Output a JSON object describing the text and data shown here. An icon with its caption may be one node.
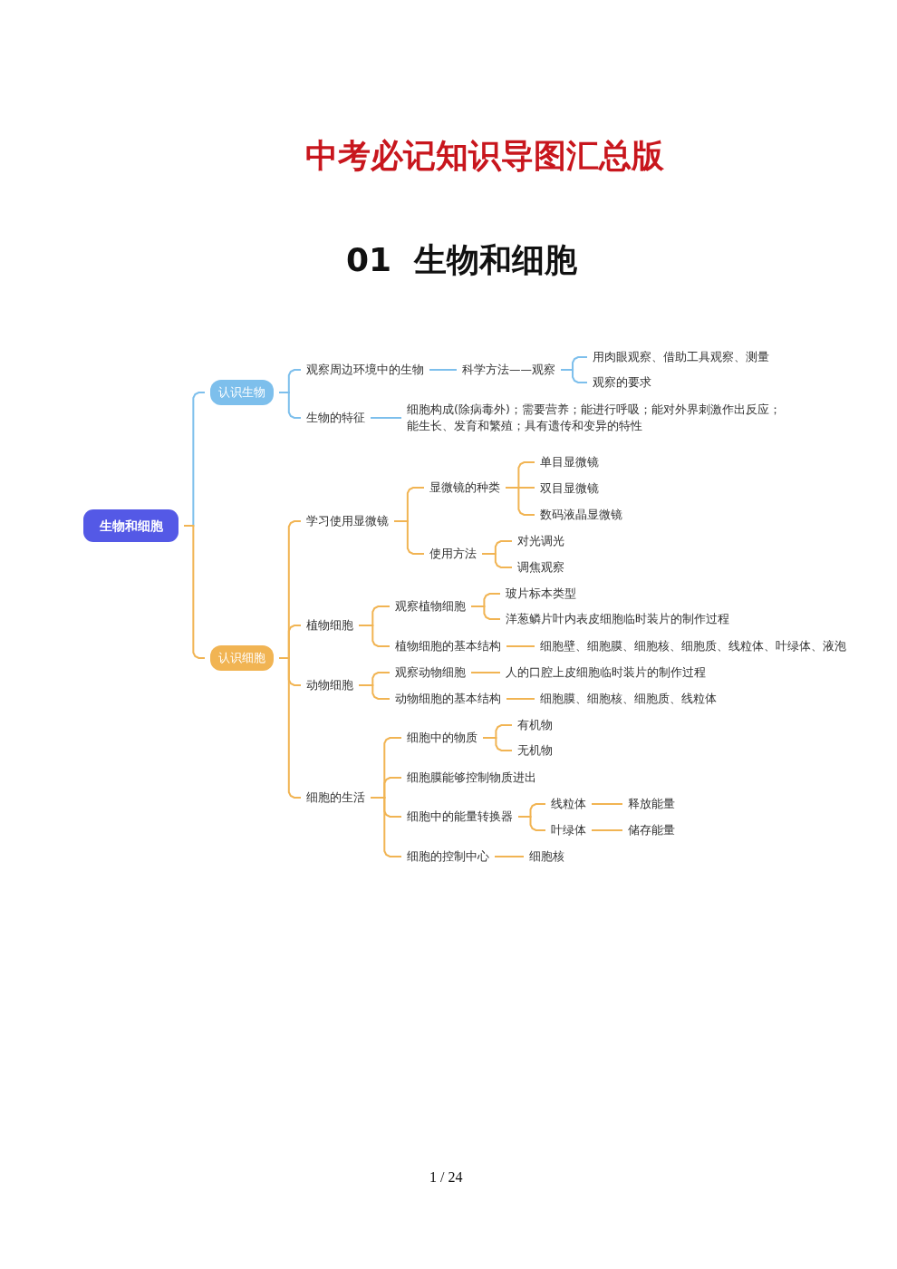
{
  "diagram": {
    "title": "中考必记知识导图汇总版",
    "nodes": [
      {
        "text": [
          "生物和细胞"
        ]
      },
      {
        "text": [
          "认识生物"
        ]
      },
      {
        "text": [
          "观察周边环境中的生物"
        ]
      },
      {
        "text": [
          "科学方法——观察"
        ]
      },
      {
        "text": [
          "用肉眼观察、借助工具观察、测量"
        ]
      },
      {
        "text": [
          "观察的要求"
        ]
      },
      {
        "text": [
          "生物的特征"
        ]
      },
      {
        "text": [
          "细胞构成(除病毒外)；需要营养；能进行呼吸；能对外界刺激作出反应；能生长、发育和繁殖；具有遗传和变异的特性"
        ]
      },
      {
        "text": [
          "认识细胞"
        ]
      },
      {
        "text": [
          "学习使用显微镜"
        ]
      },
      {
        "text": [
          "显微镜的种类"
        ]
      },
      {
        "text": [
          "单目显微镜"
        ]
      },
      {
        "text": [
          "双目显微镜"
        ]
      },
      {
        "text": [
          "数码液晶显微镜"
        ]
      },
      {
        "text": [
          "使用方法"
        ]
      },
      {
        "text": [
          "对光调光"
        ]
      },
      {
        "text": [
          "调焦观察"
        ]
      },
      {
        "text": [
          "植物细胞"
        ]
      },
      {
        "text": [
          "观察植物细胞"
        ]
      },
      {
        "text": [
          "玻片标本类型"
        ]
      },
      {
        "text": [
          "洋葱鳞片叶内表皮细胞临时装片的制作过程"
        ]
      },
      {
        "text": [
          "植物细胞的基本结构"
        ]
      },
      {
        "text": [
          "细胞壁、细胞膜、细胞核、细胞质、线粒体、叶绿体、液泡"
        ]
      },
      {
        "text": [
          "动物细胞"
        ]
      },
      {
        "text": [
          "观察动物细胞"
        ]
      },
      {
        "text": [
          "人的口腔上皮细胞临时装片的制作过程"
        ]
      },
      {
        "text": [
          "动物细胞的基本结构"
        ]
      },
      {
        "text": [
          "细胞膜、细胞核、细胞质、线粒体"
        ]
      },
      {
        "text": [
          "细胞的生活"
        ]
      },
      {
        "text": [
          "细胞中的物质"
        ]
      },
      {
        "text": [
          "有机物"
        ]
      },
      {
        "text": [
          "无机物"
        ]
      },
      {
        "text": [
          "细胞膜能够控制物质进出"
        ]
      },
      {
        "text": [
          "细胞中的能量转换器"
        ]
      },
      {
        "text": [
          "线粒体"
        ]
      },
      {
        "text": [
          "释放能量"
        ]
      },
      {
        "text": [
          "叶绿体"
        ]
      },
      {
        "text": [
          "储存能量"
        ]
      },
      {
        "text": [
          "细胞的控制中心"
        ]
      },
      {
        "text": [
          "细胞核"
        ]
      }
    ],
    "edges": [
      {
        "from": 0,
        "to": 1,
        "arrow": "none",
        "color": "#7dbfec"
      },
      {
        "from": 1,
        "to": 2,
        "arrow": "none",
        "color": "#7dbfec"
      },
      {
        "from": 2,
        "to": 3,
        "arrow": "none",
        "color": "#7dbfec"
      },
      {
        "from": 3,
        "to": 4,
        "arrow": "none",
        "color": "#7dbfec"
      },
      {
        "from": 3,
        "to": 5,
        "arrow": "none",
        "color": "#7dbfec"
      },
      {
        "from": 1,
        "to": 6,
        "arrow": "none",
        "color": "#7dbfec"
      },
      {
        "from": 6,
        "to": 7,
        "arrow": "none",
        "color": "#7dbfec"
      },
      {
        "from": 0,
        "to": 8,
        "arrow": "none"
      },
      {
        "from": 8,
        "to": 9,
        "arrow": "none"
      },
      {
        "from": 9,
        "to": 10,
        "arrow": "none"
      },
      {
        "from": 10,
        "to": 11,
        "arrow": "none"
      },
      {
        "from": 10,
        "to": 12,
        "arrow": "none"
      },
      {
        "from": 10,
        "to": 13,
        "arrow": "none"
      },
      {
        "from": 9,
        "to": 14,
        "arrow": "none"
      },
      {
        "from": 14,
        "to": 15,
        "arrow": "none"
      },
      {
        "from": 14,
        "to": 16,
        "arrow": "none"
      },
      {
        "from": 8,
        "to": 17,
        "arrow": "none"
      },
      {
        "from": 17,
        "to": 18,
        "arrow": "none"
      },
      {
        "from": 18,
        "to": 19,
        "arrow": "none"
      },
      {
        "from": 18,
        "to": 20,
        "arrow": "none"
      },
      {
        "from": 17,
        "to": 21,
        "arrow": "none"
      },
      {
        "from": 21,
        "to": 22,
        "arrow": "none"
      },
      {
        "from": 8,
        "to": 23,
        "arrow": "none"
      },
      {
        "from": 23,
        "to": 24,
        "arrow": "none"
      },
      {
        "from": 24,
        "to": 25,
        "arrow": "none"
      },
      {
        "from": 23,
        "to": 26,
        "arrow": "none"
      },
      {
        "from": 26,
        "to": 27,
        "arrow": "none"
      },
      {
        "from": 8,
        "to": 28,
        "arrow": "none"
      },
      {
        "from": 28,
        "to": 29,
        "arrow": "none"
      },
      {
        "from": 29,
        "to": 30,
        "arrow": "none"
      },
      {
        "from": 29,
        "to": 31,
        "arrow": "none"
      },
      {
        "from": 28,
        "to": 32,
        "arrow": "none"
      },
      {
        "from": 28,
        "to": 33,
        "arrow": "none"
      },
      {
        "from": 33,
        "to": 34,
        "arrow": "none"
      },
      {
        "from": 34,
        "to": 35,
        "arrow": "none"
      },
      {
        "from": 33,
        "to": 36,
        "arrow": "none"
      },
      {
        "from": 36,
        "to": 37,
        "arrow": "none"
      },
      {
        "from": 28,
        "to": 38,
        "arrow": "none"
      },
      {
        "from": 38,
        "to": 39,
        "arrow": "none"
      }
    ],
    "labels": [
      "01  生物和细胞",
      "1 / 24"
    ]
  }
}
